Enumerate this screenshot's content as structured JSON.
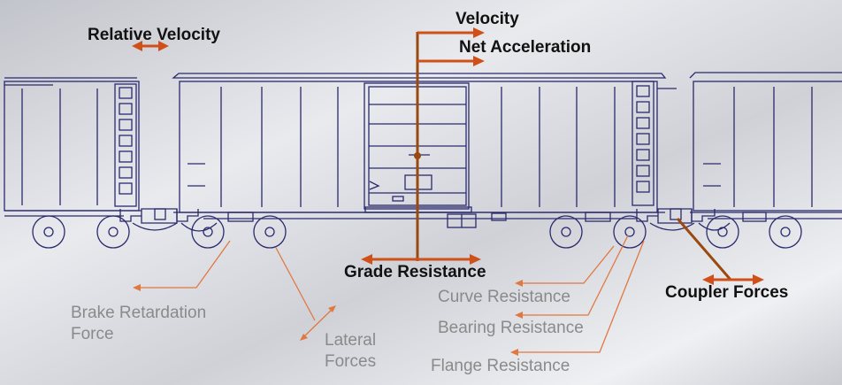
{
  "labels": {
    "velocity": "Velocity",
    "net_acceleration": "Net Acceleration",
    "relative_velocity": "Relative Velocity",
    "grade_resistance": "Grade Resistance",
    "coupler_forces": "Coupler Forces",
    "brake_retardation": [
      "Brake Retardation",
      "Force"
    ],
    "lateral_forces": [
      "Lateral",
      "Forces"
    ],
    "curve_resistance": "Curve Resistance",
    "bearing_resistance": "Bearing Resistance",
    "flange_resistance": "Flange Resistance"
  },
  "colors": {
    "arrow": "#d0501a",
    "pointer": "#e07840",
    "outline": "#2a2a6e",
    "mast": "#9a4a10",
    "label_dark": "#111111",
    "label_gray": "#8a8a8a"
  }
}
